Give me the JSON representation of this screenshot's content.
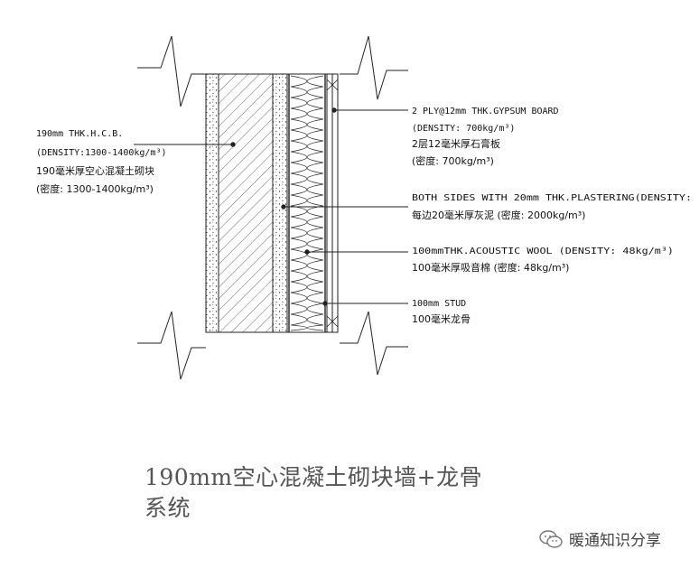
{
  "labels": {
    "hcb": {
      "line1": "190mm THK.H.C.B.",
      "line2": "(DENSITY:1300-1400kg/m³)",
      "line3": "190毫米厚空心混凝土砌块",
      "line4": "(密度: 1300-1400kg/m³)"
    },
    "gypsum": {
      "line1": "2 PLY@12mm THK.GYPSUM BOARD",
      "line2": "(DENSITY: 700kg/m³)",
      "line3": "2层12毫米厚石膏板",
      "line4": "(密度: 700kg/m³)"
    },
    "plaster": {
      "line1": "BOTH SIDES WITH 20mm THK.PLASTERING(DENSITY:",
      "line2": "每边20毫米厚灰泥 (密度: 2000kg/m³)"
    },
    "wool": {
      "line1": "100mmTHK.ACOUSTIC WOOL (DENSITY: 48kg/m³)",
      "line2": "100毫米厚吸音棉 (密度: 48kg/m³)"
    },
    "stud": {
      "line1": "100mm STUD",
      "line2": "100毫米龙骨"
    }
  },
  "caption": {
    "line1": "190mm空心混凝土砌块墙+龙骨",
    "line2": "系统"
  },
  "watermark": {
    "text": "暖通知识分享",
    "icon": "wechat-icon"
  }
}
